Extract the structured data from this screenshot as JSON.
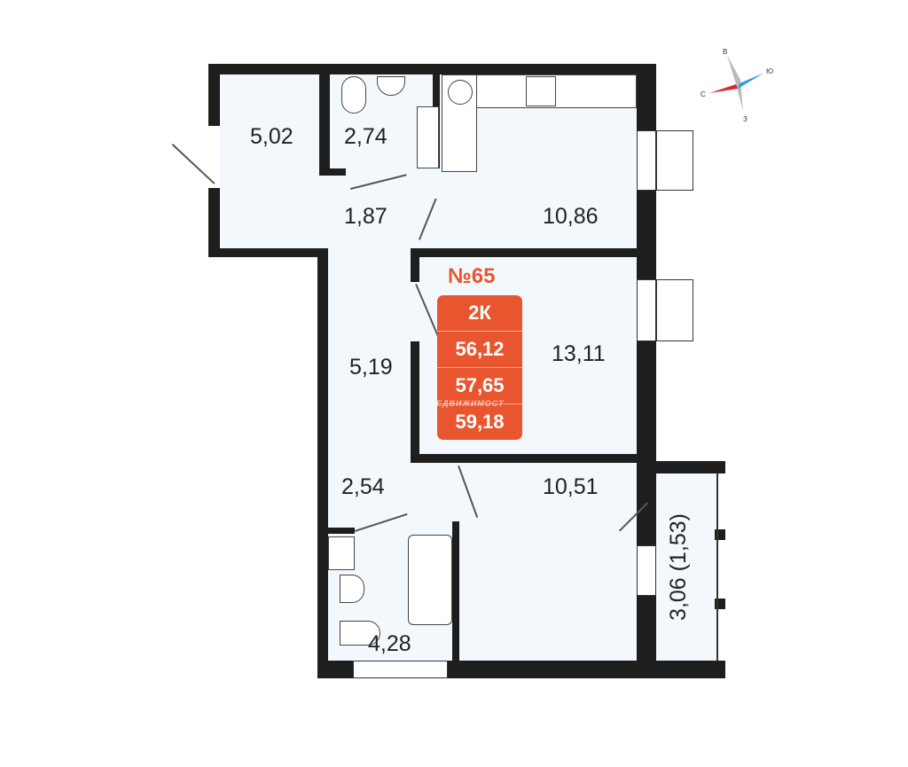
{
  "apartment": {
    "number": "№65",
    "type": "2К",
    "area_living": "56,12",
    "area_total": "57,65",
    "area_with_balcony": "59,18",
    "watermark": "ЕДВИЖИМОСТ",
    "badge_color": "#e8552f"
  },
  "rooms": [
    {
      "name": "hall-small",
      "area": "5,02"
    },
    {
      "name": "wc",
      "area": "2,74"
    },
    {
      "name": "corridor-top",
      "area": "1,87"
    },
    {
      "name": "kitchen",
      "area": "10,86"
    },
    {
      "name": "bedroom",
      "area": "13,11"
    },
    {
      "name": "corridor",
      "area": "5,19"
    },
    {
      "name": "hall-bottom",
      "area": "2,54"
    },
    {
      "name": "living-room",
      "area": "10,51"
    },
    {
      "name": "bathroom",
      "area": "4,28"
    },
    {
      "name": "balcony",
      "area": "3,06 (1,53)"
    }
  ],
  "compass": {
    "north": "С",
    "south": "Ю",
    "east": "В",
    "west": "З"
  }
}
